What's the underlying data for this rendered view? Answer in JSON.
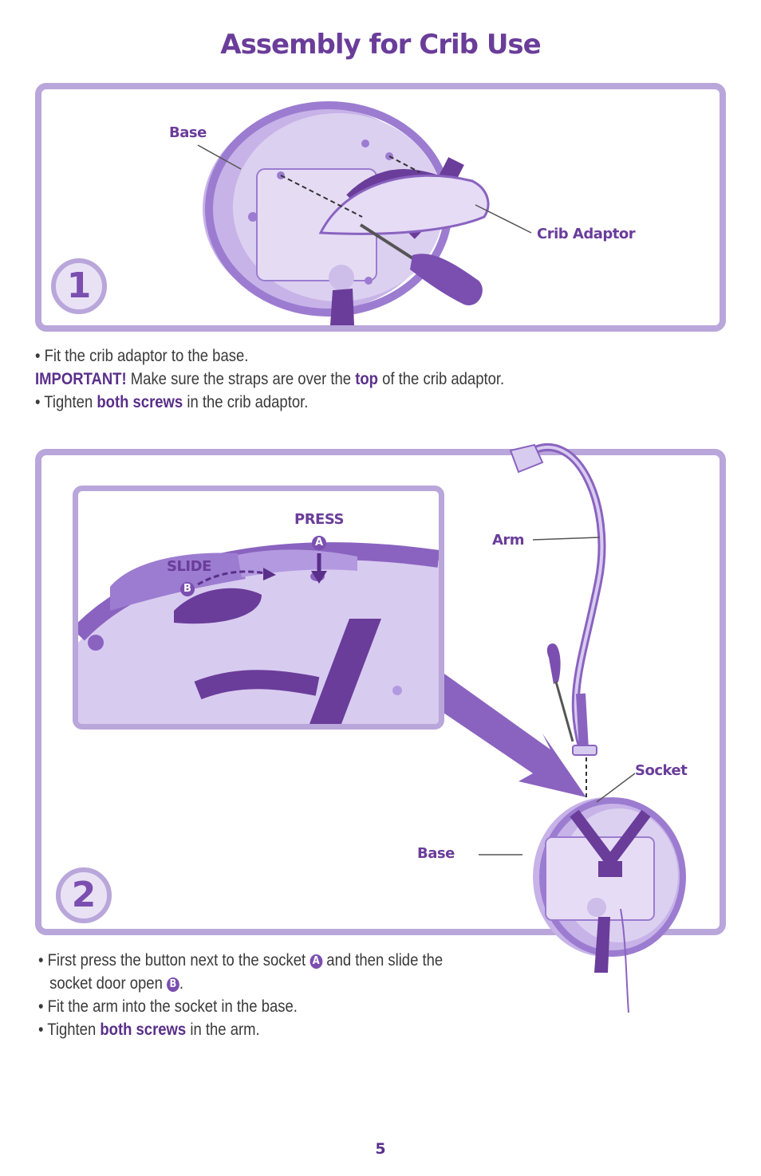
{
  "title": "Assembly for Crib Use",
  "step1": {
    "number": "1",
    "labels": {
      "base": "Base",
      "crib_adaptor": "Crib Adaptor"
    },
    "instructions": {
      "line1": "• Fit the crib adaptor to the base.",
      "important_label": "IMPORTANT!",
      "line2_before": " Make sure the straps are over the ",
      "line2_bold": "top",
      "line2_after": " of the crib adaptor.",
      "line3_before": "• Tighten ",
      "line3_bold": "both screws",
      "line3_after": " in the crib adaptor."
    }
  },
  "step2": {
    "number": "2",
    "labels": {
      "arm": "Arm",
      "socket": "Socket",
      "base": "Base",
      "press": "PRESS",
      "slide": "SLIDE",
      "badge_a": "A",
      "badge_b": "B"
    },
    "instructions": {
      "line1_before": "• First press the button next to the socket ",
      "line1_after": " and then slide the",
      "line2_before": "socket door open ",
      "line2_after": ".",
      "line3": "• Fit the arm into the socket in the base.",
      "line4_before": "• Tighten ",
      "line4_bold": "both screws",
      "line4_after": " in the arm."
    }
  },
  "page_number": "5",
  "colors": {
    "accent": "#6a3d9a",
    "panel_border": "#b9a6da",
    "product_purple": "#8a63c0"
  }
}
